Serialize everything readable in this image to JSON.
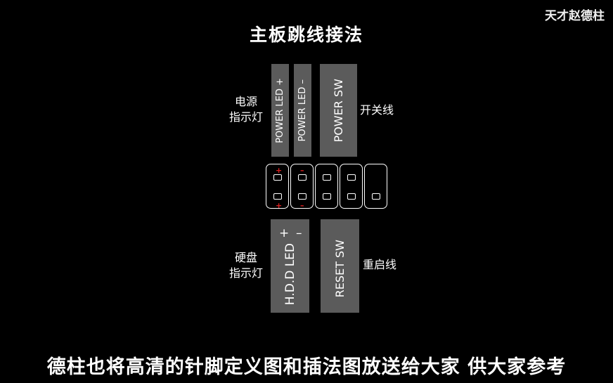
{
  "watermark": "天才赵德柱",
  "title": "主板跳线接法",
  "labels": {
    "power_led_line1": "电源",
    "power_led_line2": "指示灯",
    "power_sw": "开关线",
    "hdd_line1": "硬盘",
    "hdd_line2": "指示灯",
    "reset_sw": "重启线"
  },
  "connectors": {
    "power_led_plus": "POWER LED +",
    "power_led_minus": "POWER LED –",
    "power_sw": "POWER SW",
    "hdd_led": "H.D.D LED",
    "hdd_plus": "+",
    "hdd_minus": "–",
    "reset_sw": "RESET SW"
  },
  "pin_marks": {
    "plus": "+",
    "minus": "–"
  },
  "colors": {
    "background": "#000000",
    "connector": "#5b5b5b",
    "polarity": "#e02020"
  },
  "caption": "德柱也将高清的针脚定义图和插法图放送给大家 供大家参考"
}
